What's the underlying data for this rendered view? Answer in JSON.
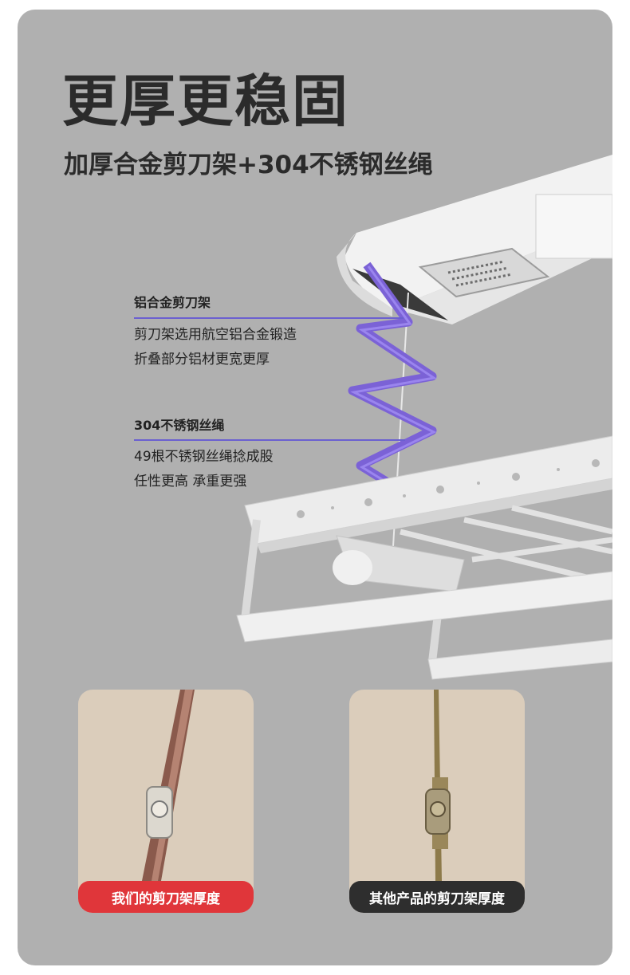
{
  "title": "更厚更稳固",
  "subtitle": "加厚合金剪刀架+304不锈钢丝绳",
  "callouts": [
    {
      "label": "铝合金剪刀架",
      "lines": [
        "剪刀架选用航空铝合金锻造",
        "折叠部分铝材更宽更厚"
      ]
    },
    {
      "label": "304不锈钢丝绳",
      "lines": [
        "49根不锈钢丝绳捻成股",
        "任性更高 承重更强"
      ]
    }
  ],
  "comparison": [
    {
      "caption": "我们的剪刀架厚度",
      "color": "#e0363a"
    },
    {
      "caption": "其他产品的剪刀架厚度",
      "color": "#2e2e2e"
    }
  ],
  "colors": {
    "background": "#b0b0b0",
    "accent": "#6b60d0",
    "scissor": "#7b62d6"
  }
}
